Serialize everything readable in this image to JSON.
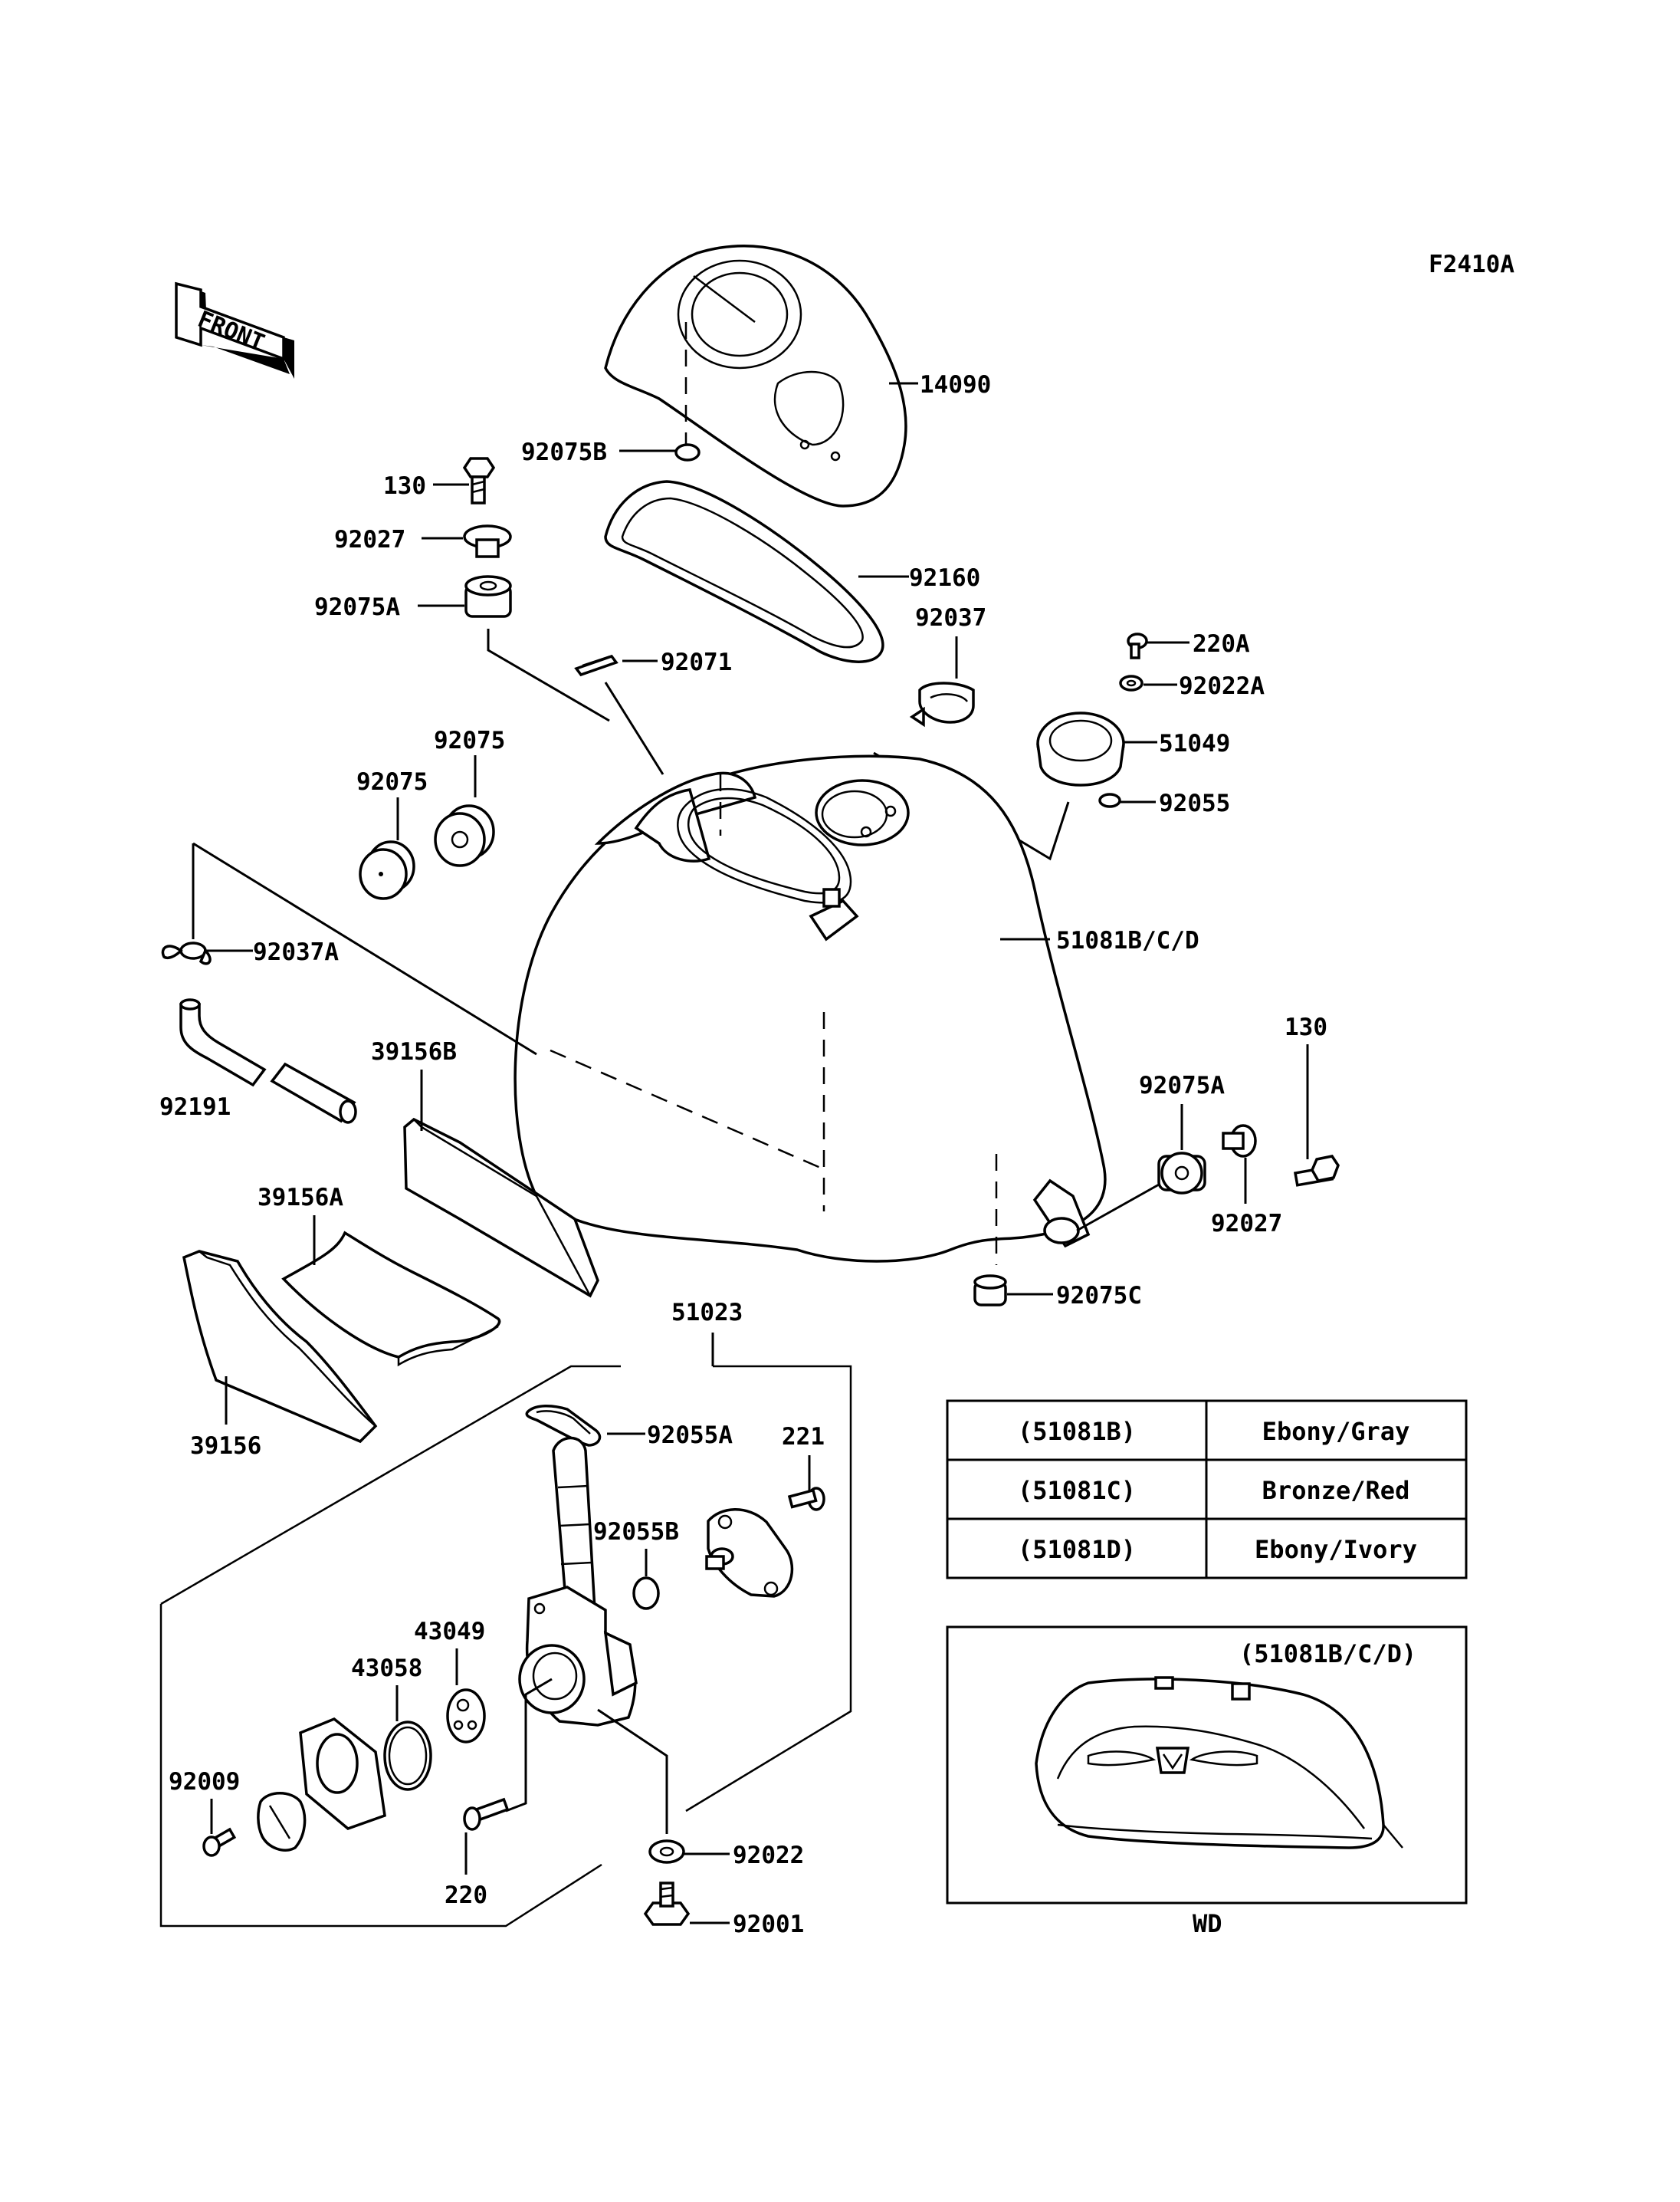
{
  "diagram_code": "F2410A",
  "front_arrow": {
    "text": "FRONT"
  },
  "parts": [
    {
      "id": "14090",
      "label": "14090"
    },
    {
      "id": "92075B",
      "label": "92075B"
    },
    {
      "id": "130-top",
      "label": "130"
    },
    {
      "id": "92027-top",
      "label": "92027"
    },
    {
      "id": "92075A-top",
      "label": "92075A"
    },
    {
      "id": "92160",
      "label": "92160"
    },
    {
      "id": "92071",
      "label": "92071"
    },
    {
      "id": "92037",
      "label": "92037"
    },
    {
      "id": "220A",
      "label": "220A"
    },
    {
      "id": "92022A",
      "label": "92022A"
    },
    {
      "id": "51049",
      "label": "51049"
    },
    {
      "id": "92055",
      "label": "92055"
    },
    {
      "id": "92075-1",
      "label": "92075"
    },
    {
      "id": "92075-2",
      "label": "92075"
    },
    {
      "id": "92037A",
      "label": "92037A"
    },
    {
      "id": "51081BCD",
      "label": "51081B/C/D"
    },
    {
      "id": "92191",
      "label": "92191"
    },
    {
      "id": "39156B",
      "label": "39156B"
    },
    {
      "id": "130-right",
      "label": "130"
    },
    {
      "id": "92075A-right",
      "label": "92075A"
    },
    {
      "id": "92027-right",
      "label": "92027"
    },
    {
      "id": "39156A",
      "label": "39156A"
    },
    {
      "id": "92075C",
      "label": "92075C"
    },
    {
      "id": "39156",
      "label": "39156"
    },
    {
      "id": "51023",
      "label": "51023"
    },
    {
      "id": "92055A",
      "label": "92055A"
    },
    {
      "id": "221",
      "label": "221"
    },
    {
      "id": "92055B",
      "label": "92055B"
    },
    {
      "id": "43049",
      "label": "43049"
    },
    {
      "id": "43058",
      "label": "43058"
    },
    {
      "id": "92009",
      "label": "92009"
    },
    {
      "id": "220",
      "label": "220"
    },
    {
      "id": "92022",
      "label": "92022"
    },
    {
      "id": "92001",
      "label": "92001"
    }
  ],
  "color_table": {
    "rows": [
      {
        "code": "(51081B)",
        "color": "Ebony/Gray"
      },
      {
        "code": "(51081C)",
        "color": "Bronze/Red"
      },
      {
        "code": "(51081D)",
        "color": "Ebony/Ivory"
      }
    ]
  },
  "variant_box": {
    "title": "(51081B/C/D)",
    "caption": "WD"
  },
  "colors": {
    "line": "#000000",
    "background": "#ffffff"
  }
}
